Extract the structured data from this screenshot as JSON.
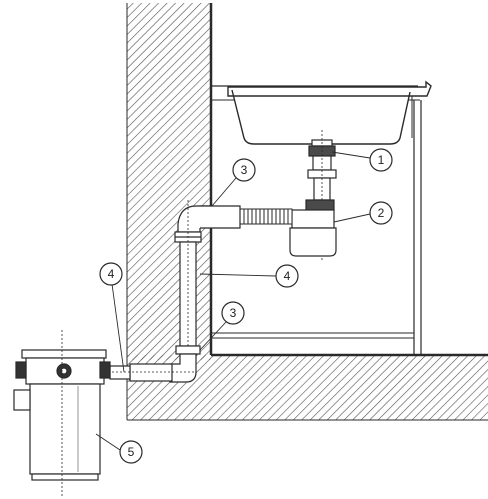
{
  "diagram": {
    "callouts": [
      {
        "id": "c1",
        "label": "1"
      },
      {
        "id": "c2",
        "label": "2"
      },
      {
        "id": "c3a",
        "label": "3"
      },
      {
        "id": "c3b",
        "label": "3"
      },
      {
        "id": "c4a",
        "label": "4"
      },
      {
        "id": "c4b",
        "label": "4"
      },
      {
        "id": "c5",
        "label": "5"
      }
    ],
    "colors": {
      "line": "#2a2a2a",
      "hatch": "#555555",
      "pipe_fill": "#ffffff",
      "background": "#ffffff"
    }
  }
}
